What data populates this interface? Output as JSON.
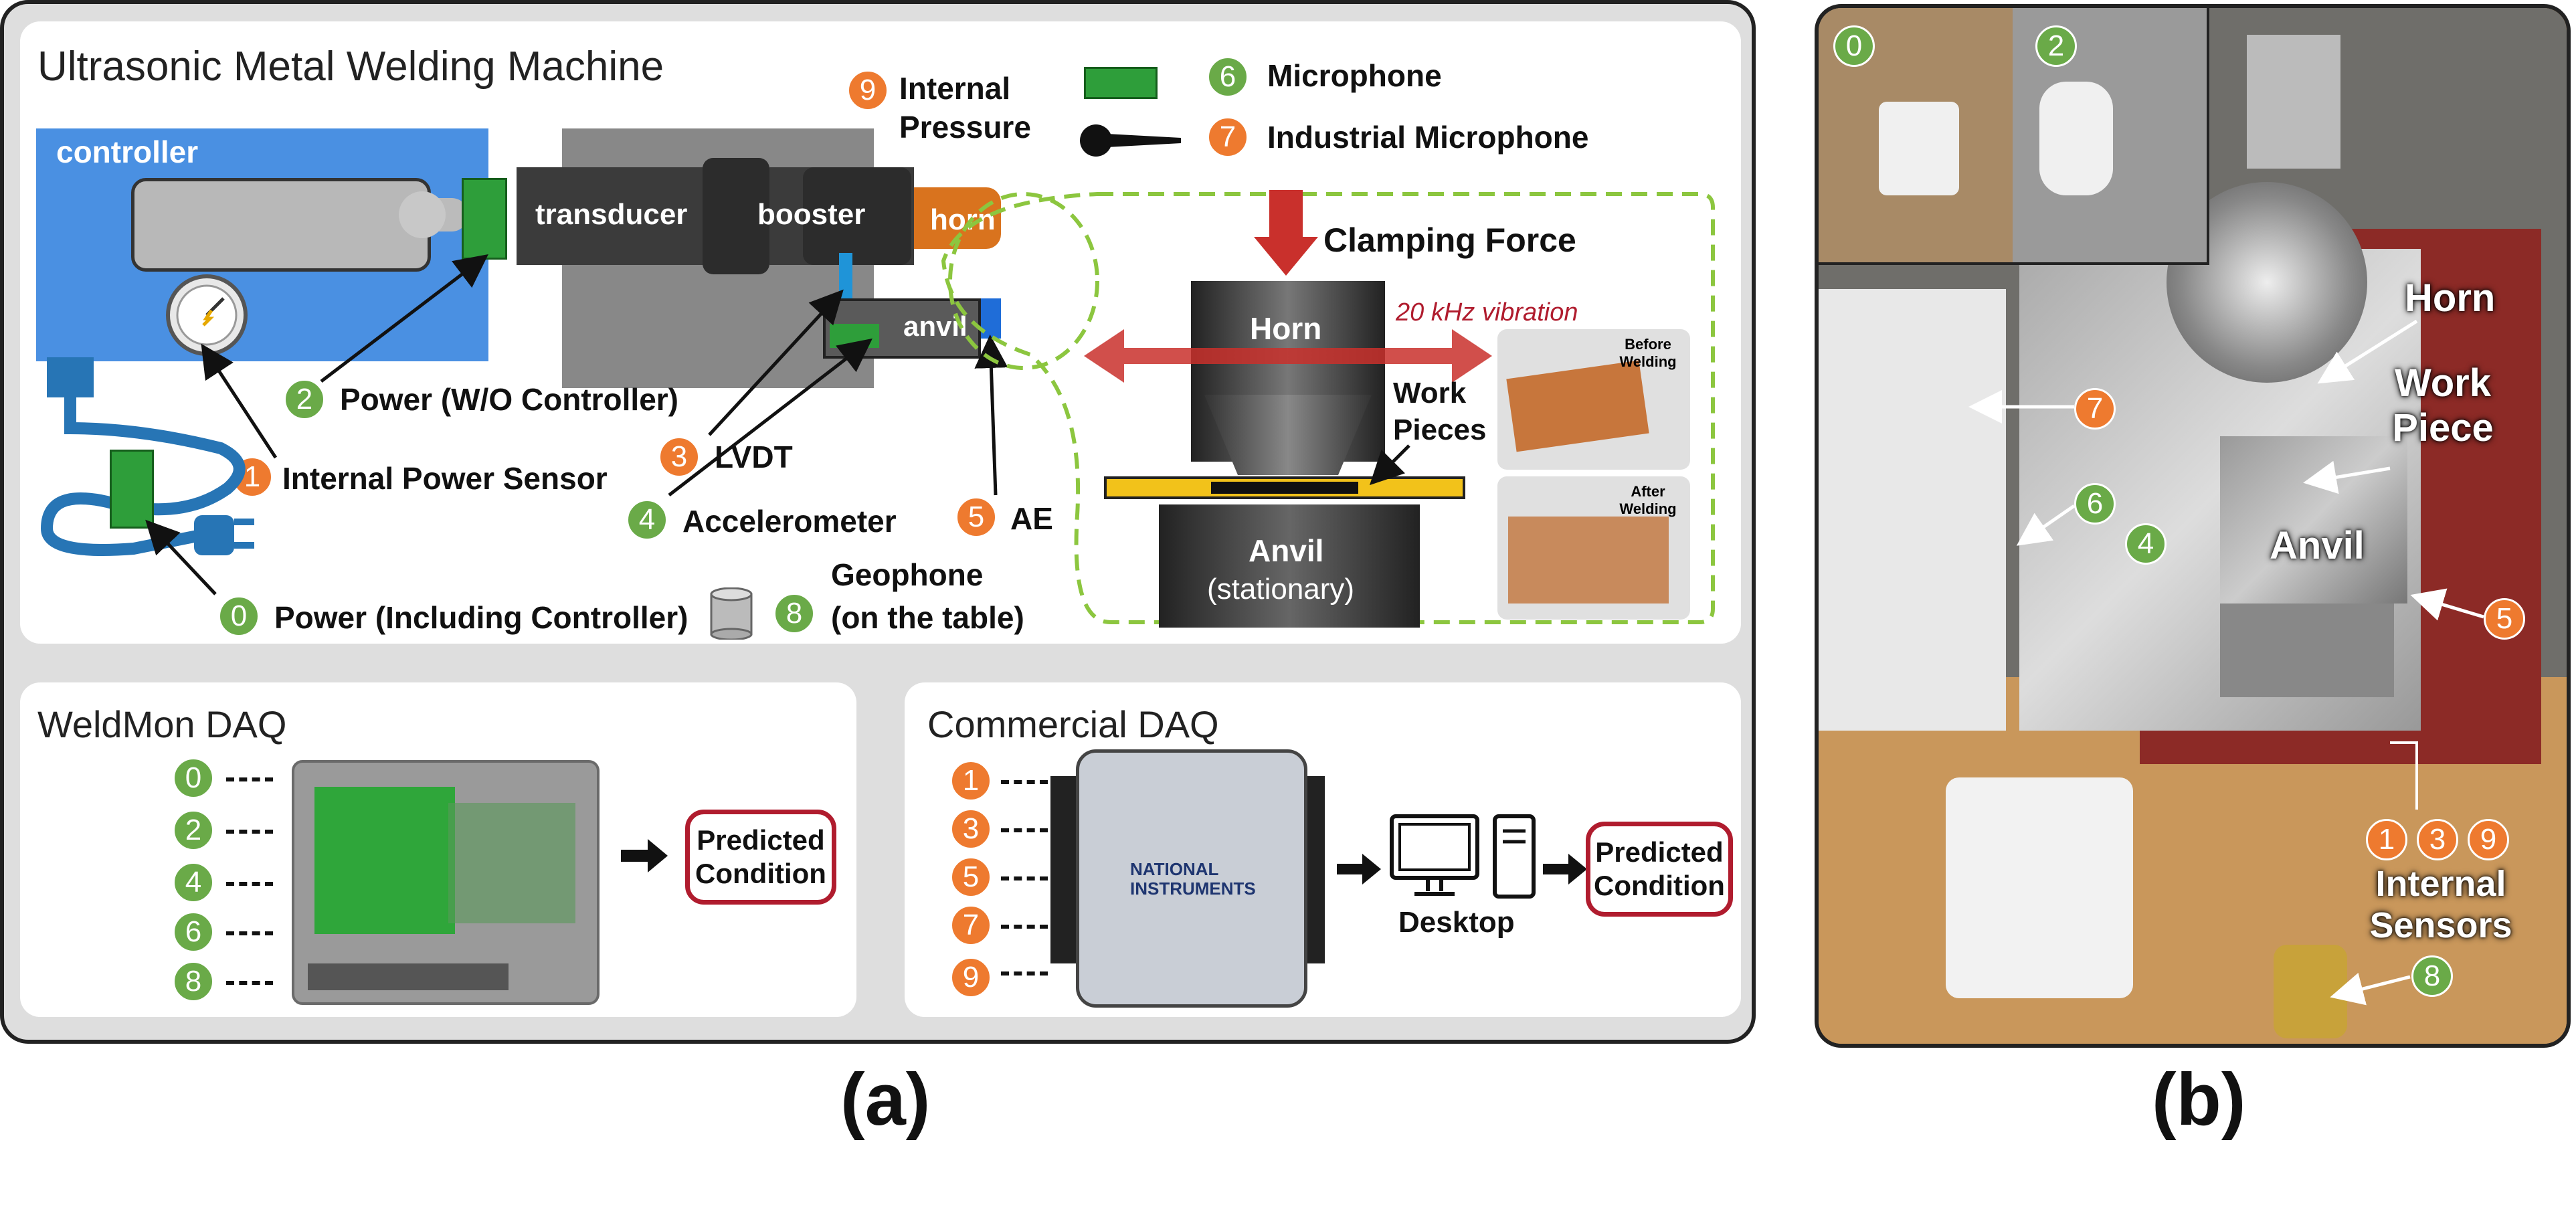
{
  "panel_a": {
    "caption": "(a)",
    "machine": {
      "title": "Ultrasonic Metal Welding Machine",
      "controller": "controller",
      "transducer": "transducer",
      "booster": "booster",
      "horn": "horn",
      "anvil": "anvil"
    },
    "legend": {
      "internal_pressure": {
        "num": "9",
        "label": "Internal Pressure"
      },
      "microphone": {
        "num": "6",
        "label": "Microphone"
      },
      "industrial_microphone": {
        "num": "7",
        "label": "Industrial Microphone"
      }
    },
    "sensors": {
      "power_wo_controller": {
        "num": "2",
        "label": "Power (W/O Controller)"
      },
      "internal_power": {
        "num": "1",
        "label": "Internal Power Sensor"
      },
      "power_including": {
        "num": "0",
        "label": "Power (Including Controller)"
      },
      "lvdt": {
        "num": "3",
        "label": "LVDT"
      },
      "accelerometer": {
        "num": "4",
        "label": "Accelerometer"
      },
      "ae": {
        "num": "5",
        "label": "AE"
      },
      "geophone": {
        "num": "8",
        "label": "Geophone",
        "sub": "(on the table)"
      }
    },
    "zoom": {
      "clamping_force": "Clamping Force",
      "horn": "Horn",
      "vibration": "20 kHz vibration",
      "work_pieces": "Work Pieces",
      "anvil": "Anvil",
      "stationary": "(stationary)",
      "before": "Before Welding",
      "after": "After Welding"
    },
    "weldmon": {
      "title": "WeldMon DAQ",
      "channels": [
        "0",
        "2",
        "4",
        "6",
        "8"
      ],
      "predicted": [
        "Predicted",
        "Condition"
      ]
    },
    "commercial": {
      "title": "Commercial DAQ",
      "channels": [
        "1",
        "3",
        "5",
        "7",
        "9"
      ],
      "brand": [
        "NATIONAL",
        "INSTRUMENTS"
      ],
      "desktop": "Desktop",
      "predicted": [
        "Predicted",
        "Condition"
      ]
    }
  },
  "panel_b": {
    "caption": "(b)",
    "inset_labels": [
      "0",
      "2"
    ],
    "horn": "Horn",
    "work_piece": "Work Piece",
    "anvil": "Anvil",
    "internal_sensors": "Internal Sensors",
    "markers": [
      "7",
      "6",
      "4",
      "5",
      "1",
      "3",
      "9",
      "8"
    ]
  },
  "colors": {
    "green": "#6aaa48",
    "orange": "#ee7a2f",
    "red_border": "#b01c2e",
    "controller_blue": "#4a90e2",
    "dashed_green": "#8cc63f"
  }
}
